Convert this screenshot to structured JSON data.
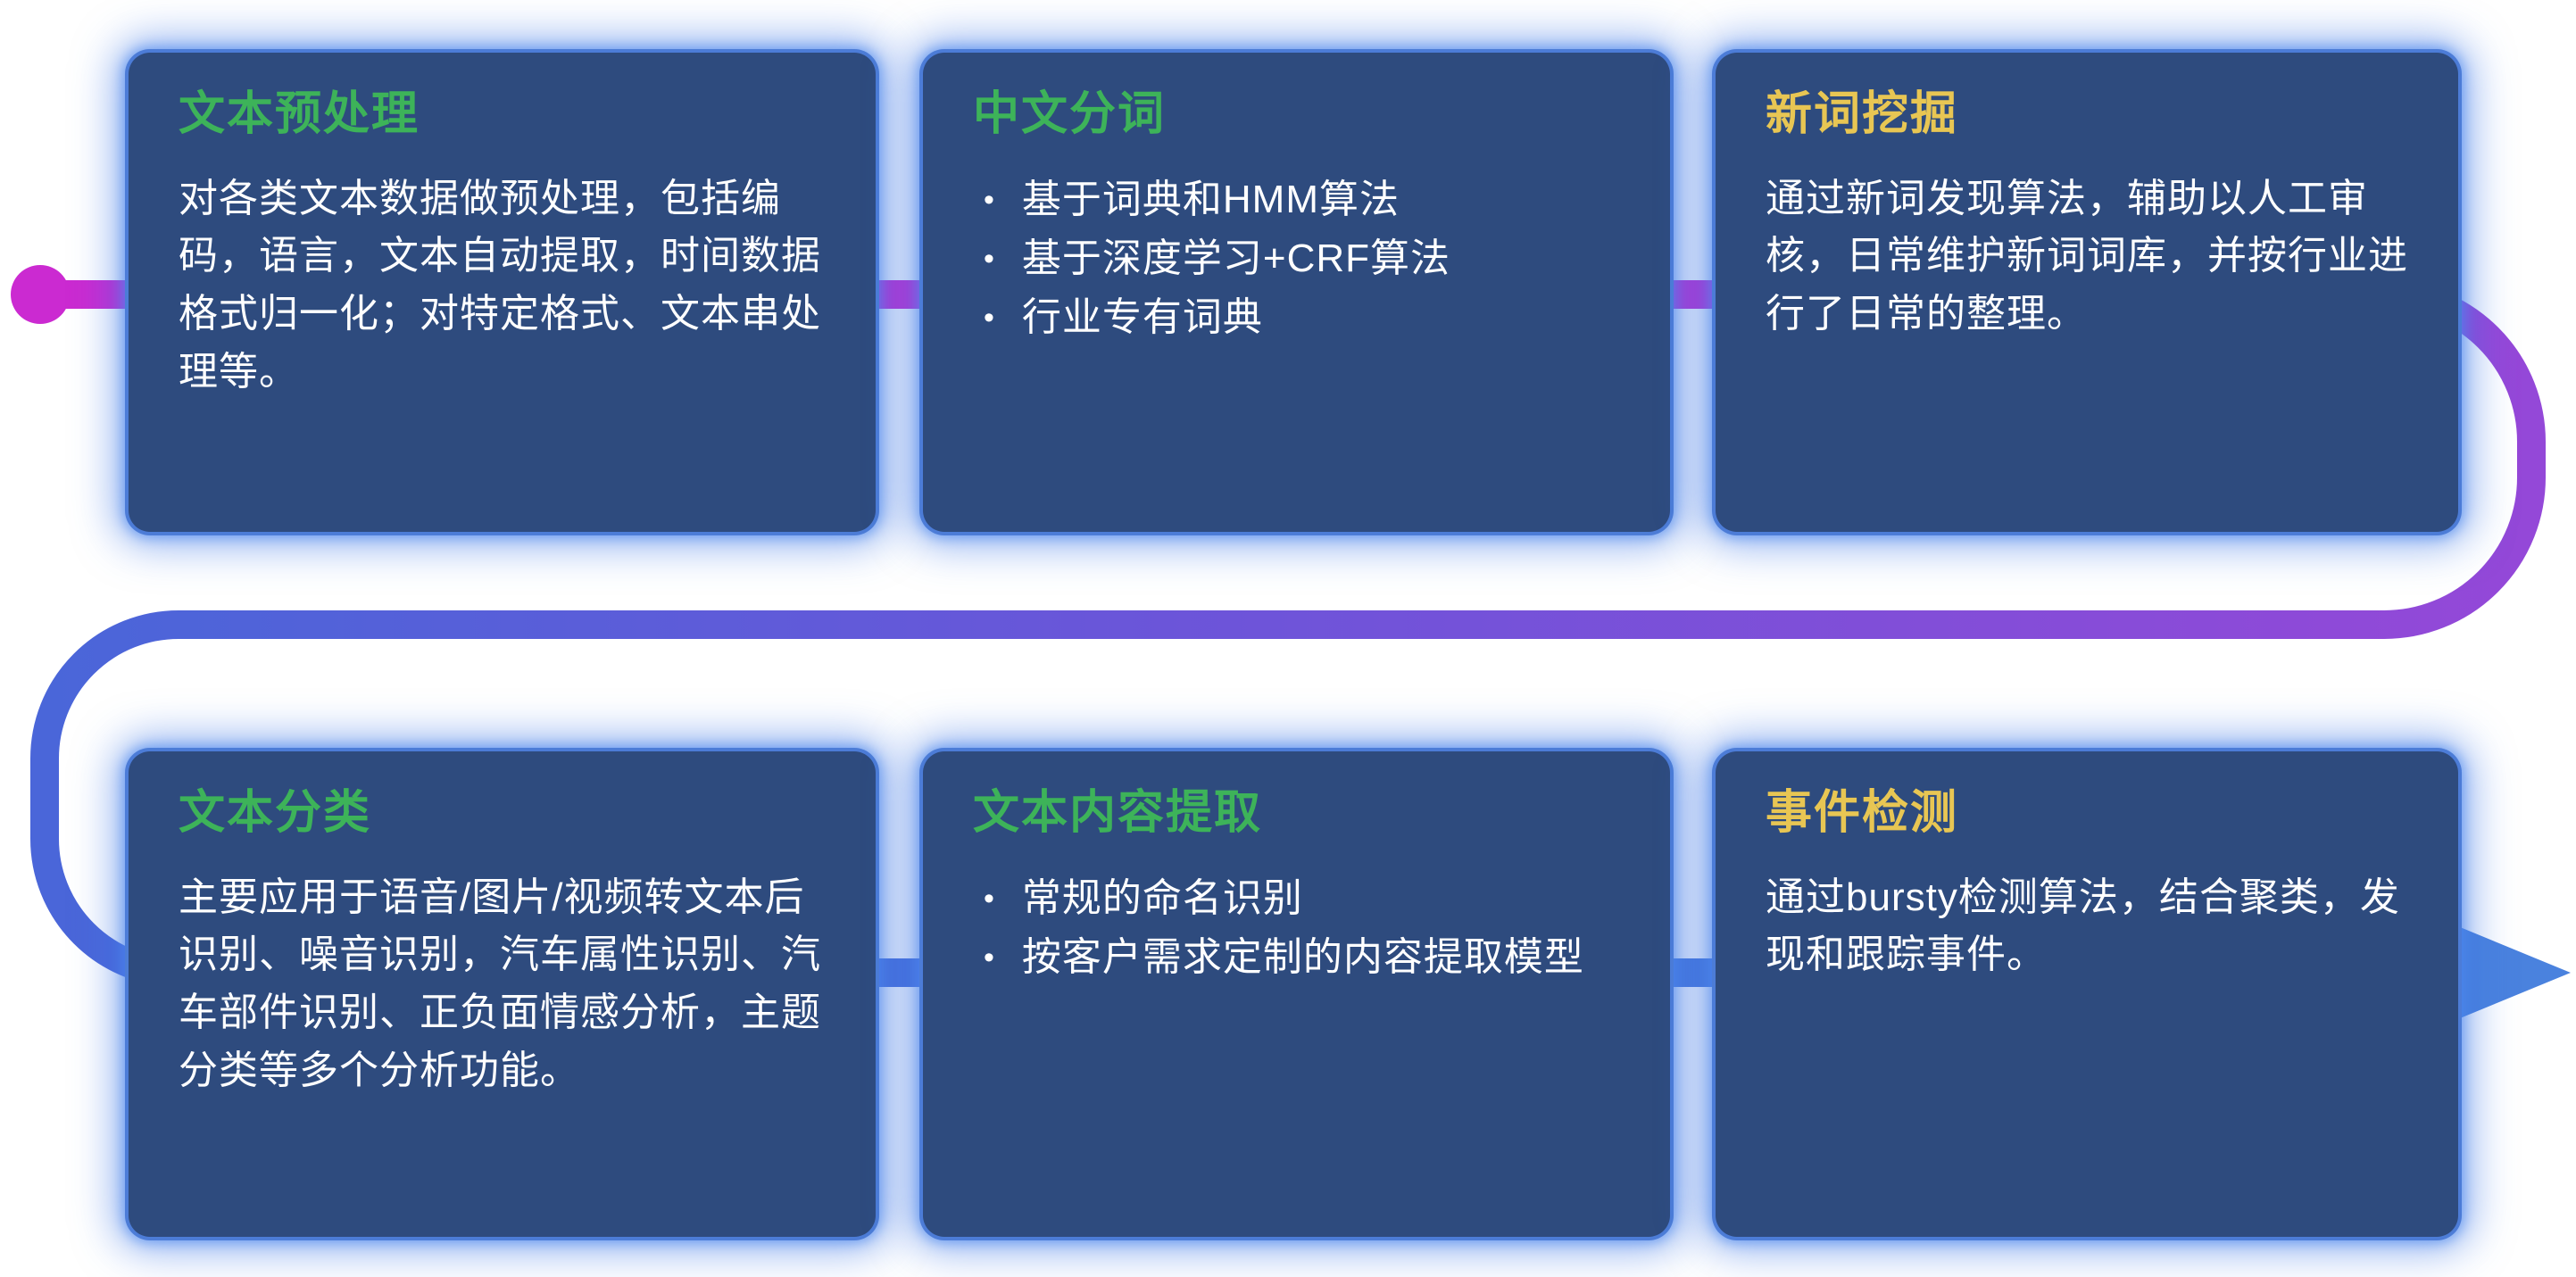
{
  "ui": {
    "bullet_char": "•"
  },
  "colors": {
    "card_background": "#2e4b7e",
    "card_glow": "#3e76e6",
    "title_green": "#3db359",
    "title_yellow": "#e8c653",
    "body_text": "#ffffff",
    "pipe_magenta": "#cb2ad1",
    "pipe_purple": "#9448d8",
    "pipe_blue": "#4a74d9",
    "arrow_blue": "#4a82de"
  },
  "cards": [
    {
      "id": "text-preprocessing",
      "title": "文本预处理",
      "title_color": "#3db359",
      "body": "对各类文本数据做预处理，包括编码，语言，文本自动提取，时间数据格式归一化；对特定格式、文本串处理等。",
      "bullets": []
    },
    {
      "id": "chinese-word-segmentation",
      "title": "中文分词",
      "title_color": "#3db359",
      "body": "",
      "bullets": [
        "基于词典和HMM算法",
        "基于深度学习+CRF算法",
        "行业专有词典"
      ]
    },
    {
      "id": "new-word-mining",
      "title": "新词挖掘",
      "title_color": "#e8c653",
      "body": "通过新词发现算法，辅助以人工审核，日常维护新词词库，并按行业进行了日常的整理。",
      "bullets": []
    },
    {
      "id": "text-classification",
      "title": "文本分类",
      "title_color": "#3db359",
      "body": "主要应用于语音/图片/视频转文本后识别、噪音识别，汽车属性识别、汽车部件识别、正负面情感分析，主题分类等多个分析功能。",
      "bullets": []
    },
    {
      "id": "text-content-extraction",
      "title": "文本内容提取",
      "title_color": "#3db359",
      "body": "",
      "bullets": [
        "常规的命名识别",
        "按客户需求定制的内容提取模型"
      ]
    },
    {
      "id": "event-detection",
      "title": "事件检测",
      "title_color": "#e8c653",
      "body": "通过bursty检测算法，结合聚类，发现和跟踪事件。",
      "bullets": []
    }
  ]
}
